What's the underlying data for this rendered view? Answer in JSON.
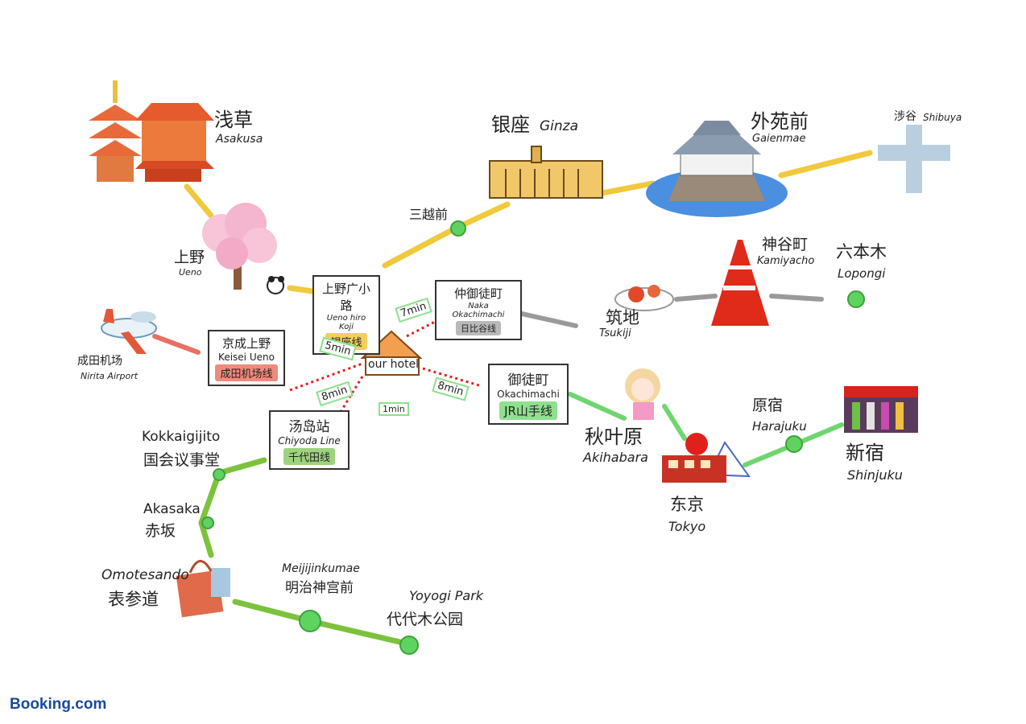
{
  "brand": "Booking.com",
  "hotel": "our hotel",
  "places": {
    "asakusa": {
      "jp": "浅草",
      "en": "Asakusa"
    },
    "ueno": {
      "jp": "上野",
      "en": "Ueno"
    },
    "mitsukoshimae": {
      "jp": "三越前"
    },
    "ginza": {
      "jp": "银座",
      "en": "Ginza"
    },
    "gaienmae": {
      "jp": "外苑前",
      "en": "Gaienmae"
    },
    "shibuya": {
      "jp": "涉谷",
      "en": "Shibuya"
    },
    "kamiyacho": {
      "jp": "神谷町",
      "en": "Kamiyacho"
    },
    "roppongi": {
      "jp": "六本木",
      "en": "Lopongi"
    },
    "tsukiji": {
      "jp": "筑地",
      "en": "Tsukiji"
    },
    "narita": {
      "jp": "成田机场",
      "en": "Nirita Airport"
    },
    "akihabara": {
      "jp": "秋叶原",
      "en": "Akihabara"
    },
    "tokyo": {
      "jp": "东京",
      "en": "Tokyo"
    },
    "harajuku": {
      "jp": "原宿",
      "en": "Harajuku"
    },
    "shinjuku": {
      "jp": "新宿",
      "en": "Shinjuku"
    },
    "kokkaigijido": {
      "jp": "国会议事堂",
      "en": "Kokkaigijito"
    },
    "akasaka": {
      "jp": "赤坂",
      "en": "Akasaka"
    },
    "omotesando": {
      "jp": "表参道",
      "en": "Omotesando"
    },
    "meijijingumae": {
      "jp": "明治神宫前",
      "en": "Meijijinkumae"
    },
    "yoyogi": {
      "jp": "代代木公园",
      "en": "Yoyogi Park"
    }
  },
  "stations": {
    "uenohirokoji": {
      "jp": "上野广小路",
      "en": "Ueno hiro Koji",
      "line": "银座线",
      "color": "#f3cf5e"
    },
    "nakaokachimachi": {
      "jp": "仲御徒町",
      "en": "Naka Okachimachi",
      "line": "日比谷线",
      "color": "#b9b9b9"
    },
    "keiseiueno": {
      "jp": "京成上野",
      "en": "Keisei Ueno",
      "line": "成田机场线",
      "color": "#f08a7c"
    },
    "okachimachi": {
      "jp": "御徒町",
      "en": "Okachimachi",
      "line": "JR山手线",
      "color": "#8fe08f"
    },
    "yushima": {
      "jp": "汤岛站",
      "en": "Chiyoda Line",
      "line": "千代田线",
      "color": "#9ed37e"
    }
  },
  "times": {
    "naka": "7min",
    "keisei": "5min",
    "yushima": "8min",
    "walk": "1min",
    "okachimachi": "8min"
  },
  "colors": {
    "ginza_line": "#f0c93c",
    "green_line": "#7cc23c",
    "hibiya_line": "#9a9a9a",
    "narita_line": "#e87064",
    "jr_line": "#6fd66f",
    "walk_dots": "#e0201c",
    "station_dot": "#5fd35f"
  }
}
